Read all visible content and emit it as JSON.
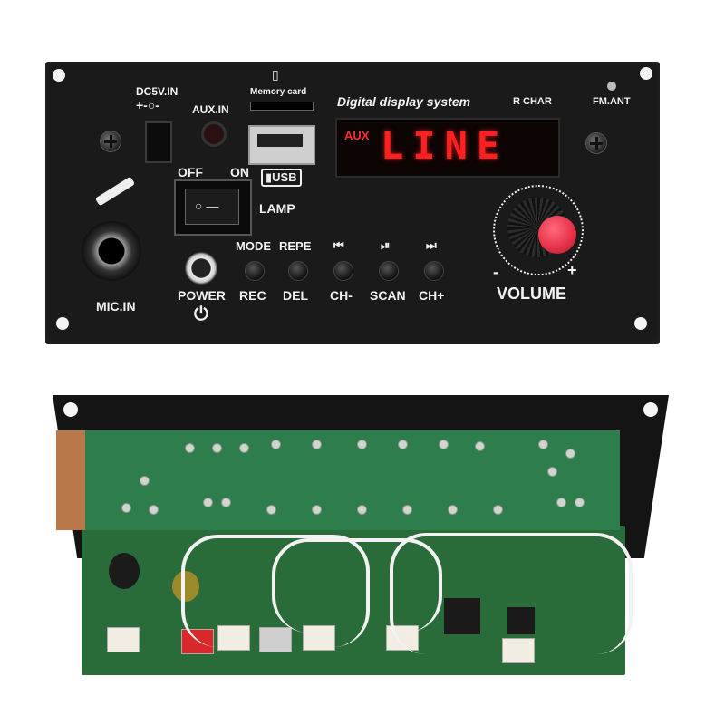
{
  "front_panel": {
    "labels": {
      "dc_in": "DC5V.IN",
      "aux_in": "AUX.IN",
      "memory_card": "Memory card",
      "display_system": "Digital display system",
      "r_char": "R CHAR",
      "fm_ant": "FM.ANT",
      "off": "OFF",
      "on": "ON",
      "usb": "USB",
      "lamp": "LAMP",
      "mic_in": "MIC.IN",
      "power": "POWER",
      "mode": "MODE",
      "repe": "REPE",
      "rec": "REC",
      "del": "DEL",
      "ch_minus": "CH-",
      "scan": "SCAN",
      "ch_plus": "CH+",
      "volume": "VOLUME",
      "vol_minus": "-",
      "vol_plus": "+"
    },
    "display": {
      "source": "AUX",
      "text": "LINE"
    },
    "colors": {
      "panel": "#1a1a1a",
      "display_red": "#ff2020",
      "knob_cap": "#e8334a"
    }
  }
}
